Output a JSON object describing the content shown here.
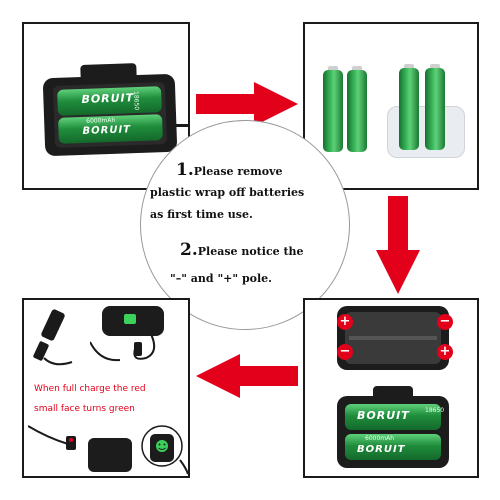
{
  "instructions": {
    "step1_number": "1.",
    "step1_line1": "Please remove",
    "step1_line2": "plastic wrap off batteries",
    "step1_line3": "as first time use.",
    "step2_number": "2.",
    "step2_line1": "Please notice the",
    "step2_line2": "\"–\" and \"+\" pole."
  },
  "charge_note": {
    "line1": "When full charge the red",
    "line2": "small face turns green"
  },
  "battery": {
    "brand": "BORUIT",
    "capacity": "6000mAh",
    "model": "18650"
  },
  "poles": {
    "negative": "−",
    "positive": "+"
  },
  "colors": {
    "arrow_red": "#e2001a",
    "battery_green": "#1f8d3c",
    "case_black": "#1c1c1c"
  }
}
